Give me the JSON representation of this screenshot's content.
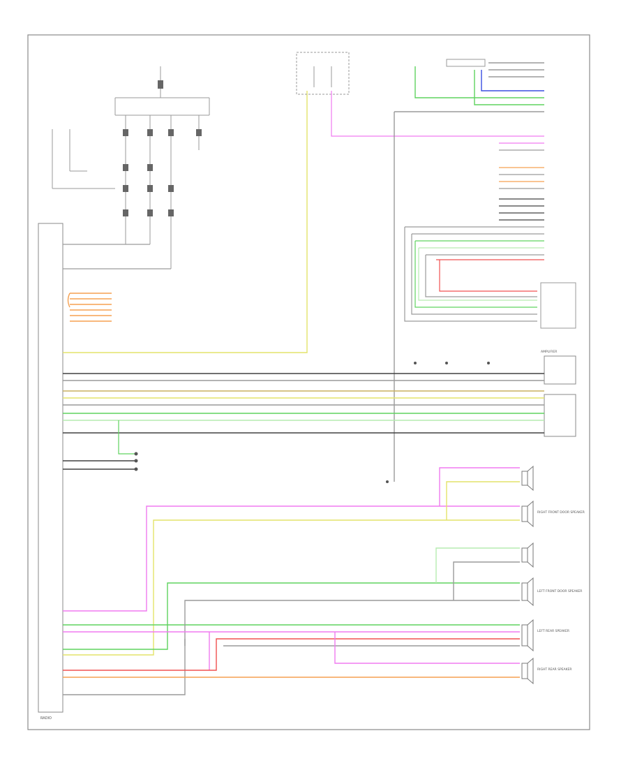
{
  "labels": {
    "radio_label": "RADIO",
    "amplifier_label": "AMPLIFIER",
    "right_front_door_speaker": "RIGHT FRONT DOOR SPEAKER",
    "left_front_door_speaker": "LEFT FRONT DOOR SPEAKER",
    "left_rear_speaker": "LEFT REAR SPEAKER",
    "right_rear_speaker": "RIGHT REAR SPEAKER"
  },
  "colors": {
    "frame": "#8a8a8a",
    "wire_gray": "#9a9a9a",
    "wire_black": "#404040",
    "wire_yellow": "#e3e36a",
    "wire_pink": "#f07af0",
    "wire_green": "#5fd35f",
    "wire_light_green": "#b6ecb0",
    "wire_blue": "#3a4ee0",
    "wire_red": "#f05050",
    "wire_orange": "#f5a050",
    "wire_olive": "#c8b060"
  }
}
